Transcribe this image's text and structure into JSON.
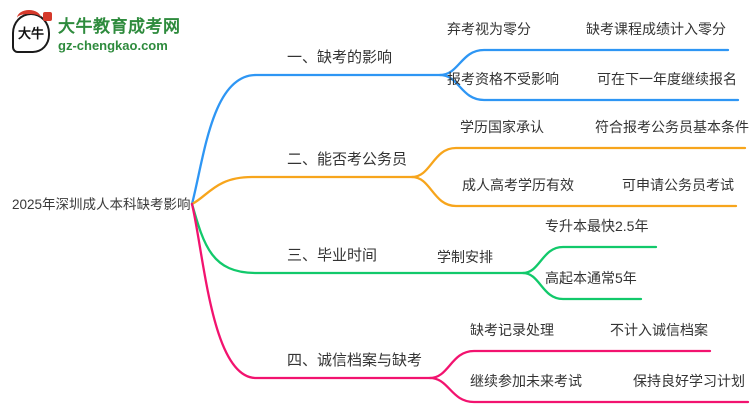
{
  "logo": {
    "title": "大牛教育成考网",
    "domain": "gz-chengkao.com",
    "icon_text": "大牛",
    "brand_color": "#2E8B3D",
    "seal_color": "#D5392B"
  },
  "root": {
    "label": "2025年深圳成人本科缺考影响"
  },
  "text_color": "#333333",
  "branches": [
    {
      "label": "一、缺考的影响",
      "color": "#2E96F4",
      "children": [
        {
          "label": "弃考视为零分",
          "detail": "缺考课程成绩计入零分"
        },
        {
          "label": "报考资格不受影响",
          "detail": "可在下一年度继续报名"
        }
      ]
    },
    {
      "label": "二、能否考公务员",
      "color": "#F7A51C",
      "children": [
        {
          "label": "学历国家承认",
          "detail": "符合报考公务员基本条件"
        },
        {
          "label": "成人高考学历有效",
          "detail": "可申请公务员考试"
        }
      ]
    },
    {
      "label": "三、毕业时间",
      "color": "#12C96B",
      "node": "学制安排",
      "children": [
        {
          "label": "专升本最快2.5年"
        },
        {
          "label": "高起本通常5年"
        }
      ]
    },
    {
      "label": "四、诚信档案与缺考",
      "color": "#F2136F",
      "children": [
        {
          "label": "缺考记录处理",
          "detail": "不计入诚信档案"
        },
        {
          "label": "继续参加未来考试",
          "detail": "保持良好学习计划"
        }
      ]
    }
  ]
}
